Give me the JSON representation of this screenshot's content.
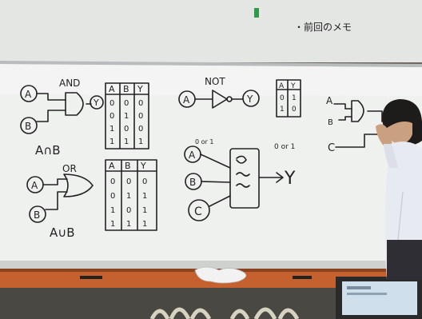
{
  "top_note": "・前回のメモ",
  "and_gate": {
    "title": "AND",
    "input_a": "A",
    "input_b": "B",
    "output": "Y",
    "expression": "A∩B"
  },
  "and_table": {
    "headers": [
      "A",
      "B",
      "Y"
    ],
    "rows": [
      [
        "0",
        "0",
        "0"
      ],
      [
        "0",
        "1",
        "0"
      ],
      [
        "1",
        "0",
        "0"
      ],
      [
        "1",
        "1",
        "1"
      ]
    ]
  },
  "or_gate": {
    "title": "OR",
    "input_a": "A",
    "input_b": "B",
    "expression": "A∪B"
  },
  "or_table": {
    "headers": [
      "A",
      "B",
      "Y"
    ],
    "rows": [
      [
        "0",
        "0",
        "0"
      ],
      [
        "0",
        "1",
        "1"
      ],
      [
        "1",
        "0",
        "1"
      ],
      [
        "1",
        "1",
        "1"
      ]
    ]
  },
  "not_gate": {
    "title": "NOT",
    "input": "A",
    "output": "Y"
  },
  "not_table": {
    "headers": [
      "A",
      "Y"
    ],
    "rows": [
      [
        "0",
        "1"
      ],
      [
        "1",
        "0"
      ]
    ]
  },
  "circuit": {
    "input_label": "0 or 1",
    "output_label": "0 or 1",
    "inputs": [
      "A",
      "B",
      "C"
    ],
    "output": "Y"
  },
  "right_circuit": {
    "input_a": "A",
    "input_b": "B",
    "input_c": "C"
  }
}
